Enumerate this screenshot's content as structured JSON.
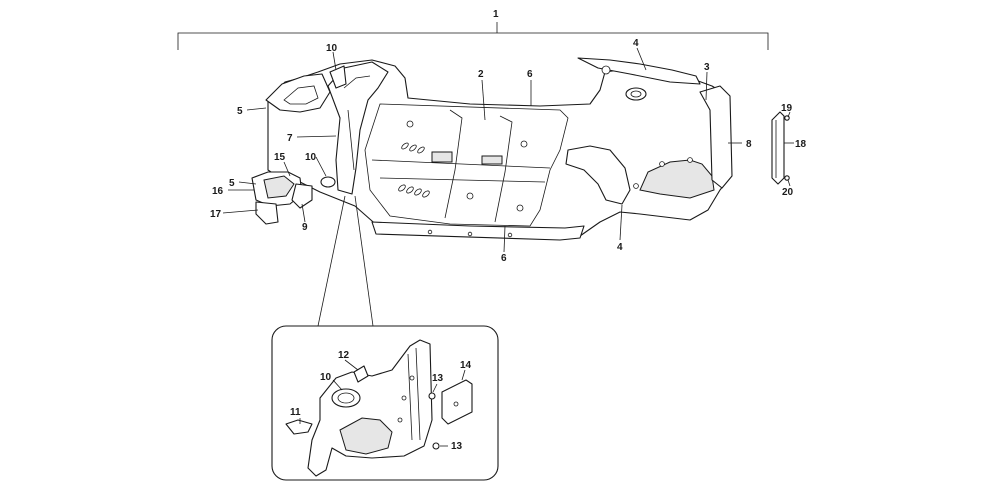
{
  "callouts": {
    "c1": "1",
    "c2": "2",
    "c3": "3",
    "c4_top": "4",
    "c4_bottom": "4",
    "c5_upper": "5",
    "c5_lower": "5",
    "c6_top": "6",
    "c6_bottom": "6",
    "c7": "7",
    "c8": "8",
    "c9": "9",
    "c10_upper": "10",
    "c10_middle": "10",
    "c10_detail": "10",
    "c11": "11",
    "c12": "12",
    "c13_upper": "13",
    "c13_lower": "13",
    "c14": "14",
    "c15": "15",
    "c16": "16",
    "c17": "17",
    "c18": "18",
    "c19": "19",
    "c20": "20"
  },
  "colors": {
    "line": "#1a1a1a",
    "background": "#ffffff",
    "shade": "#e6e6e6"
  }
}
